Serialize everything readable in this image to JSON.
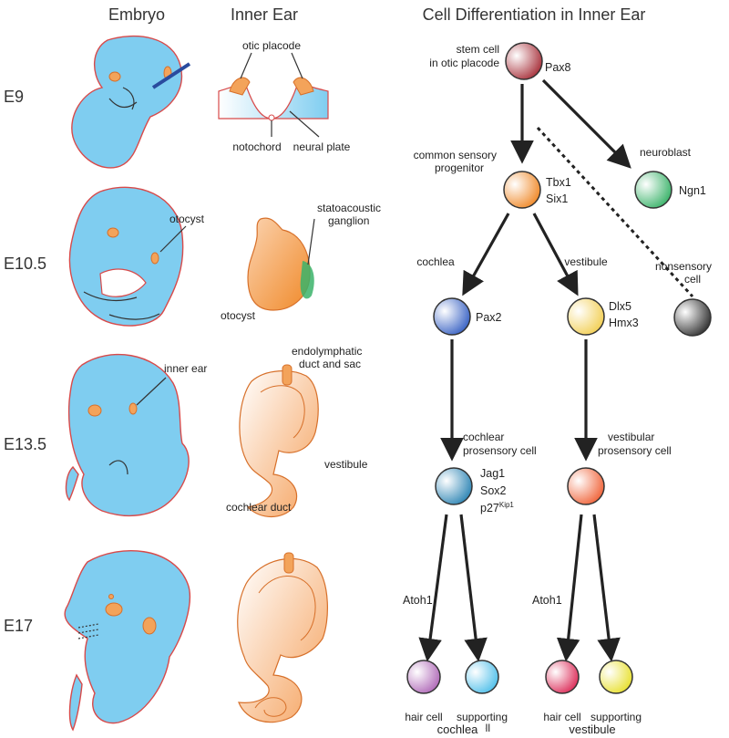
{
  "headers": {
    "embryo": "Embryo",
    "inner_ear": "Inner Ear",
    "cell_diff": "Cell Differentiation in Inner Ear"
  },
  "stages": [
    "E9",
    "E10.5",
    "E13.5",
    "E17"
  ],
  "inner_ear_labels": {
    "otic_placode": "otic placode",
    "notochord": "notochord",
    "neural_plate": "neural plate",
    "statoacoustic_1": "statoacoustic",
    "statoacoustic_2": "ganglion",
    "otocyst": "otocyst",
    "endolymphatic_1": "endolymphatic",
    "endolymphatic_2": "duct and sac",
    "vestibule": "vestibule",
    "cochlear_duct": "cochlear duct"
  },
  "embryo_labels": {
    "otocyst": "otocyst",
    "inner_ear": "inner ear"
  },
  "cells": {
    "stem": {
      "label1": "stem cell",
      "label2": "in otic placode",
      "genes": [
        "Pax8"
      ],
      "color": "#a8323c"
    },
    "neuroblast": {
      "label": "neuroblast",
      "genes": [
        "Ngn1"
      ],
      "color": "#3bb36a"
    },
    "sensory_progenitor": {
      "label1": "common sensory",
      "label2": "progenitor",
      "genes": [
        "Tbx1",
        "Six1"
      ],
      "color": "#f08a2a"
    },
    "nonsensory": {
      "label1": "nonsensory",
      "label2": "cell",
      "color": "#444444"
    },
    "cochlea_branch": {
      "label": "cochlea",
      "genes": [
        "Pax2"
      ],
      "color": "#3a63c4"
    },
    "vestibule_branch": {
      "label": "vestibule",
      "genes": [
        "Dlx5",
        "Hmx3"
      ],
      "color": "#f2cf55"
    },
    "cochlear_prosensory": {
      "label1": "cochlear",
      "label2": "prosensory cell",
      "genes": [
        "Jag1",
        "Sox2"
      ],
      "gene3_base": "p27",
      "gene3_sup": "Kip1",
      "color": "#2f86b5"
    },
    "vestibular_prosensory": {
      "label1": "vestibular",
      "label2": "prosensory cell",
      "color": "#f0643a"
    },
    "hair_cell_c": {
      "label": "hair cell",
      "color": "#b06ab8"
    },
    "supporting_c": {
      "label1": "supporting",
      "label2": "cell",
      "color": "#52c0ea"
    },
    "hair_cell_v": {
      "label": "hair cell",
      "color": "#dc2e5a"
    },
    "supporting_v": {
      "label1": "supporting",
      "label2": "cell",
      "color": "#e8e030"
    }
  },
  "atoh_left": "Atoh1",
  "atoh_right": "Atoh1",
  "footer": {
    "cochlea": "cochlea",
    "vestibule": "vestibule"
  }
}
